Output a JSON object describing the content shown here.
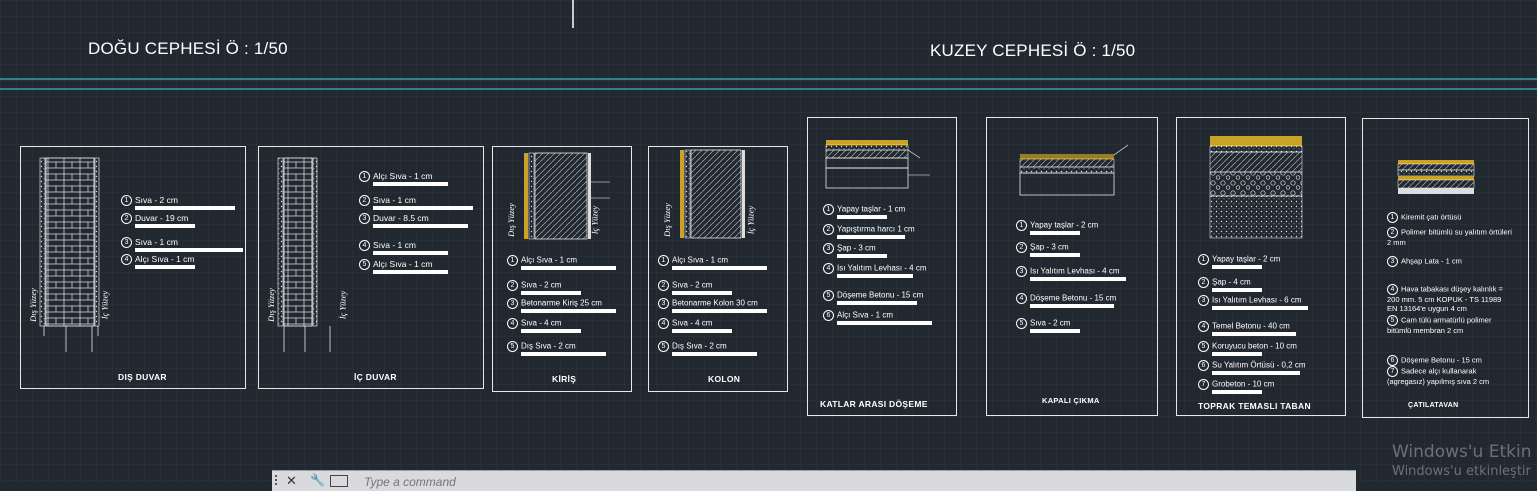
{
  "titles": {
    "east": "DOĞU CEPHESİ Ö : 1/50",
    "north": "KUZEY CEPHESİ Ö : 1/50"
  },
  "panels": {
    "dis_duvar": {
      "title": "DIŞ DUVAR",
      "side_out": "Dış Yüzey",
      "side_in": "İç Yüzey",
      "layers": [
        {
          "n": "1",
          "t": "Sıva - 2 cm"
        },
        {
          "n": "2",
          "t": "Duvar - 19 cm"
        },
        {
          "n": "3",
          "t": "Sıva - 1 cm"
        },
        {
          "n": "4",
          "t": "Alçı Sıva - 1 cm"
        }
      ]
    },
    "ic_duvar": {
      "title": "İÇ DUVAR",
      "side_out": "Dış Yüzey",
      "side_in": "İç Yüzey",
      "layers": [
        {
          "n": "1",
          "t": "Alçı Sıva - 1 cm"
        },
        {
          "n": "2",
          "t": "Sıva - 1 cm"
        },
        {
          "n": "3",
          "t": "Duvar - 8.5 cm"
        },
        {
          "n": "4",
          "t": "Sıva - 1 cm"
        },
        {
          "n": "5",
          "t": "Alçı Sıva - 1 cm"
        }
      ]
    },
    "kiris": {
      "title": "KİRİŞ",
      "side_out": "Dış Yüzey",
      "side_in": "İç Yüzey",
      "layers": [
        {
          "n": "1",
          "t": "Alçı Sıva - 1 cm"
        },
        {
          "n": "2",
          "t": "Sıva - 2 cm"
        },
        {
          "n": "3",
          "t": "Betonarme Kiriş 25 cm"
        },
        {
          "n": "4",
          "t": "Sıva - 4 cm"
        },
        {
          "n": "5",
          "t": "Dış Sıva - 2 cm"
        }
      ]
    },
    "kolon": {
      "title": "KOLON",
      "side_out": "Dış Yüzey",
      "side_in": "İç Yüzey",
      "layers": [
        {
          "n": "1",
          "t": "Alçı Sıva - 1 cm"
        },
        {
          "n": "2",
          "t": "Sıva - 2 cm"
        },
        {
          "n": "3",
          "t": "Betonarme Kolon 30 cm"
        },
        {
          "n": "4",
          "t": "Sıva - 4 cm"
        },
        {
          "n": "5",
          "t": "Dış Sıva - 2 cm"
        }
      ]
    },
    "doseme": {
      "title": "KATLAR ARASI DÖŞEME",
      "layers": [
        {
          "n": "1",
          "t": "Yapay taşlar - 1 cm"
        },
        {
          "n": "2",
          "t": "Yapıştırma harcı 1 cm"
        },
        {
          "n": "3",
          "t": "Şap - 3 cm"
        },
        {
          "n": "4",
          "t": "Isı Yalıtım Levhası - 4 cm"
        },
        {
          "n": "5",
          "t": "Döşeme Betonu - 15 cm"
        },
        {
          "n": "6",
          "t": "Alçı Sıva - 1 cm"
        }
      ]
    },
    "kapali": {
      "title": "KAPALI ÇIKMA",
      "layers": [
        {
          "n": "1",
          "t": "Yapay taşlar - 2 cm"
        },
        {
          "n": "2",
          "t": "Şap - 3 cm"
        },
        {
          "n": "3",
          "t": "Isı Yalıtım Levhası - 4 cm"
        },
        {
          "n": "4",
          "t": "Döşeme Betonu - 15 cm"
        },
        {
          "n": "5",
          "t": "Sıva - 2 cm"
        }
      ]
    },
    "toprak": {
      "title": "TOPRAK TEMASLI TABAN",
      "layers": [
        {
          "n": "1",
          "t": "Yapay taşlar - 2 cm"
        },
        {
          "n": "2",
          "t": "Şap - 4 cm"
        },
        {
          "n": "3",
          "t": "Isı Yalıtım Levhası - 6 cm"
        },
        {
          "n": "4",
          "t": "Temel Betonu - 40 cm"
        },
        {
          "n": "5",
          "t": "Koruyucu beton - 10 cm"
        },
        {
          "n": "6",
          "t": "Su Yalıtım Örtüsü - 0,2 cm"
        },
        {
          "n": "7",
          "t": "Grobeton - 10 cm"
        }
      ]
    },
    "catilatavan": {
      "title": "ÇATILATAVAN",
      "layers": [
        {
          "n": "1",
          "t": "Kiremit çatı örtüsü"
        },
        {
          "n": "2",
          "t": "Polimer bitümlü su yalıtım örtüleri 2 mm"
        },
        {
          "n": "3",
          "t": "Ahşap Lata - 1 cm"
        },
        {
          "n": "4",
          "t": "Hava tabakası düşey kalınlık = 200 mm.  5 cm KOPUK - TS 11989 EN 13164'e uygun 4 cm"
        },
        {
          "n": "5",
          "t": "Cam tülü armatürlü polimer bitümlü membran  2 cm"
        },
        {
          "n": "6",
          "t": "Döşeme Betonu - 15 cm"
        },
        {
          "n": "7",
          "t": "Sadece alçı kullanarak (agregasız) yapılmış sıva 2 cm"
        }
      ]
    }
  },
  "cmd": {
    "placeholder": "Type a command",
    "close": "✕",
    "wrench": "🔧"
  },
  "watermark": {
    "line1": "Windows'u Etkin",
    "line2": "Windows'u etkinleştir"
  }
}
